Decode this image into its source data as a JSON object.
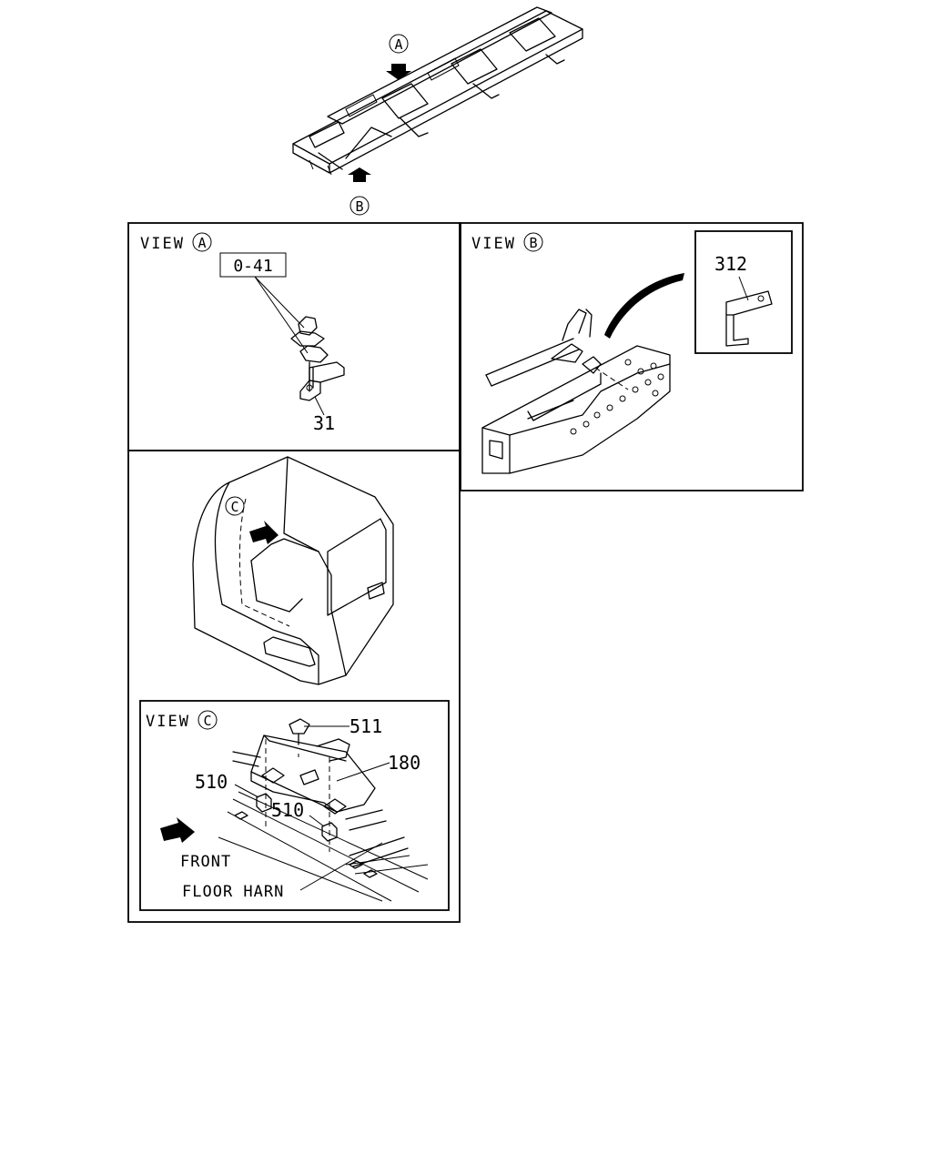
{
  "callouts": {
    "a": "A",
    "b": "B",
    "c": "C"
  },
  "view_a": {
    "title": "VIEW",
    "ref_box": "0-41",
    "part_31": "31"
  },
  "view_b": {
    "title": "VIEW",
    "part_312": "312"
  },
  "view_c": {
    "title": "VIEW",
    "part_511": "511",
    "part_180": "180",
    "part_510_left": "510",
    "part_510_right": "510",
    "front_label": "FRONT",
    "harness_label": "FLOOR HARN"
  }
}
